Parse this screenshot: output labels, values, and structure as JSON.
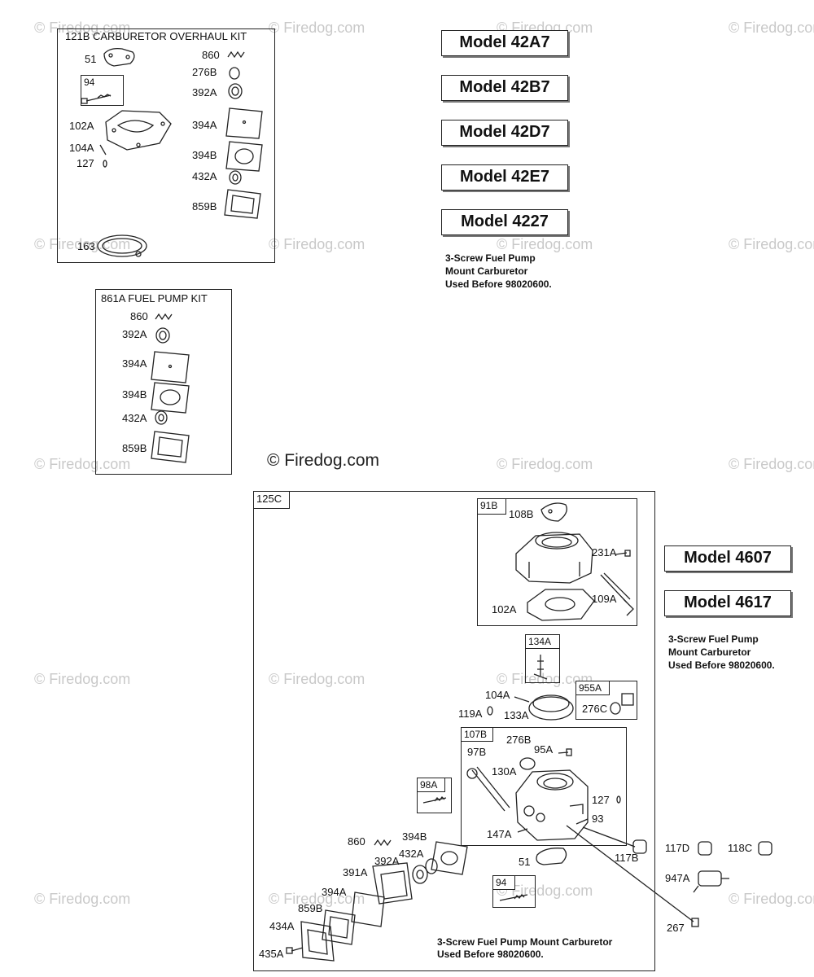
{
  "watermark": "© Firedog.com",
  "watermark_large": "© Firedog.com",
  "models_top": [
    "Model 42A7",
    "Model 42B7",
    "Model 42D7",
    "Model 42E7",
    "Model 4227"
  ],
  "models_right": [
    "Model 4607",
    "Model 4617"
  ],
  "note_top": "3-Screw Fuel Pump\nMount Carburetor\nUsed Before 98020600.",
  "note_right": "3-Screw Fuel Pump\nMount Carburetor\nUsed Before 98020600.",
  "note_bottom": "3-Screw Fuel Pump Mount Carburetor\nUsed Before 98020600.",
  "kit_121b": {
    "title": "121B CARBURETOR OVERHAUL KIT",
    "sub_tag": "94",
    "parts": [
      "51",
      "102A",
      "104A",
      "127",
      "163",
      "860",
      "276B",
      "392A",
      "394A",
      "394B",
      "432A",
      "859B"
    ]
  },
  "kit_861a": {
    "title": "861A  FUEL PUMP KIT",
    "parts": [
      "860",
      "392A",
      "394A",
      "394B",
      "432A",
      "859B"
    ]
  },
  "assembly_125c": {
    "title": "125C",
    "sub_91b": {
      "tag": "91B",
      "parts": [
        "108B",
        "231A",
        "102A",
        "109A"
      ]
    },
    "sub_134a": {
      "tag": "134A"
    },
    "sub_955a": {
      "tag": "955A",
      "parts": [
        "276C"
      ]
    },
    "sub_107b": {
      "tag": "107B",
      "parts": [
        "97B",
        "276B",
        "95A",
        "130A",
        "127",
        "93",
        "147A"
      ]
    },
    "sub_98a": {
      "tag": "98A"
    },
    "sub_94": {
      "tag": "94"
    },
    "parts": [
      "104A",
      "119A",
      "133A",
      "860",
      "394B",
      "432A",
      "392A",
      "391A",
      "394A",
      "859B",
      "434A",
      "435A",
      "51",
      "117B",
      "267"
    ]
  },
  "loose_parts": [
    "117D",
    "118C",
    "947A"
  ]
}
